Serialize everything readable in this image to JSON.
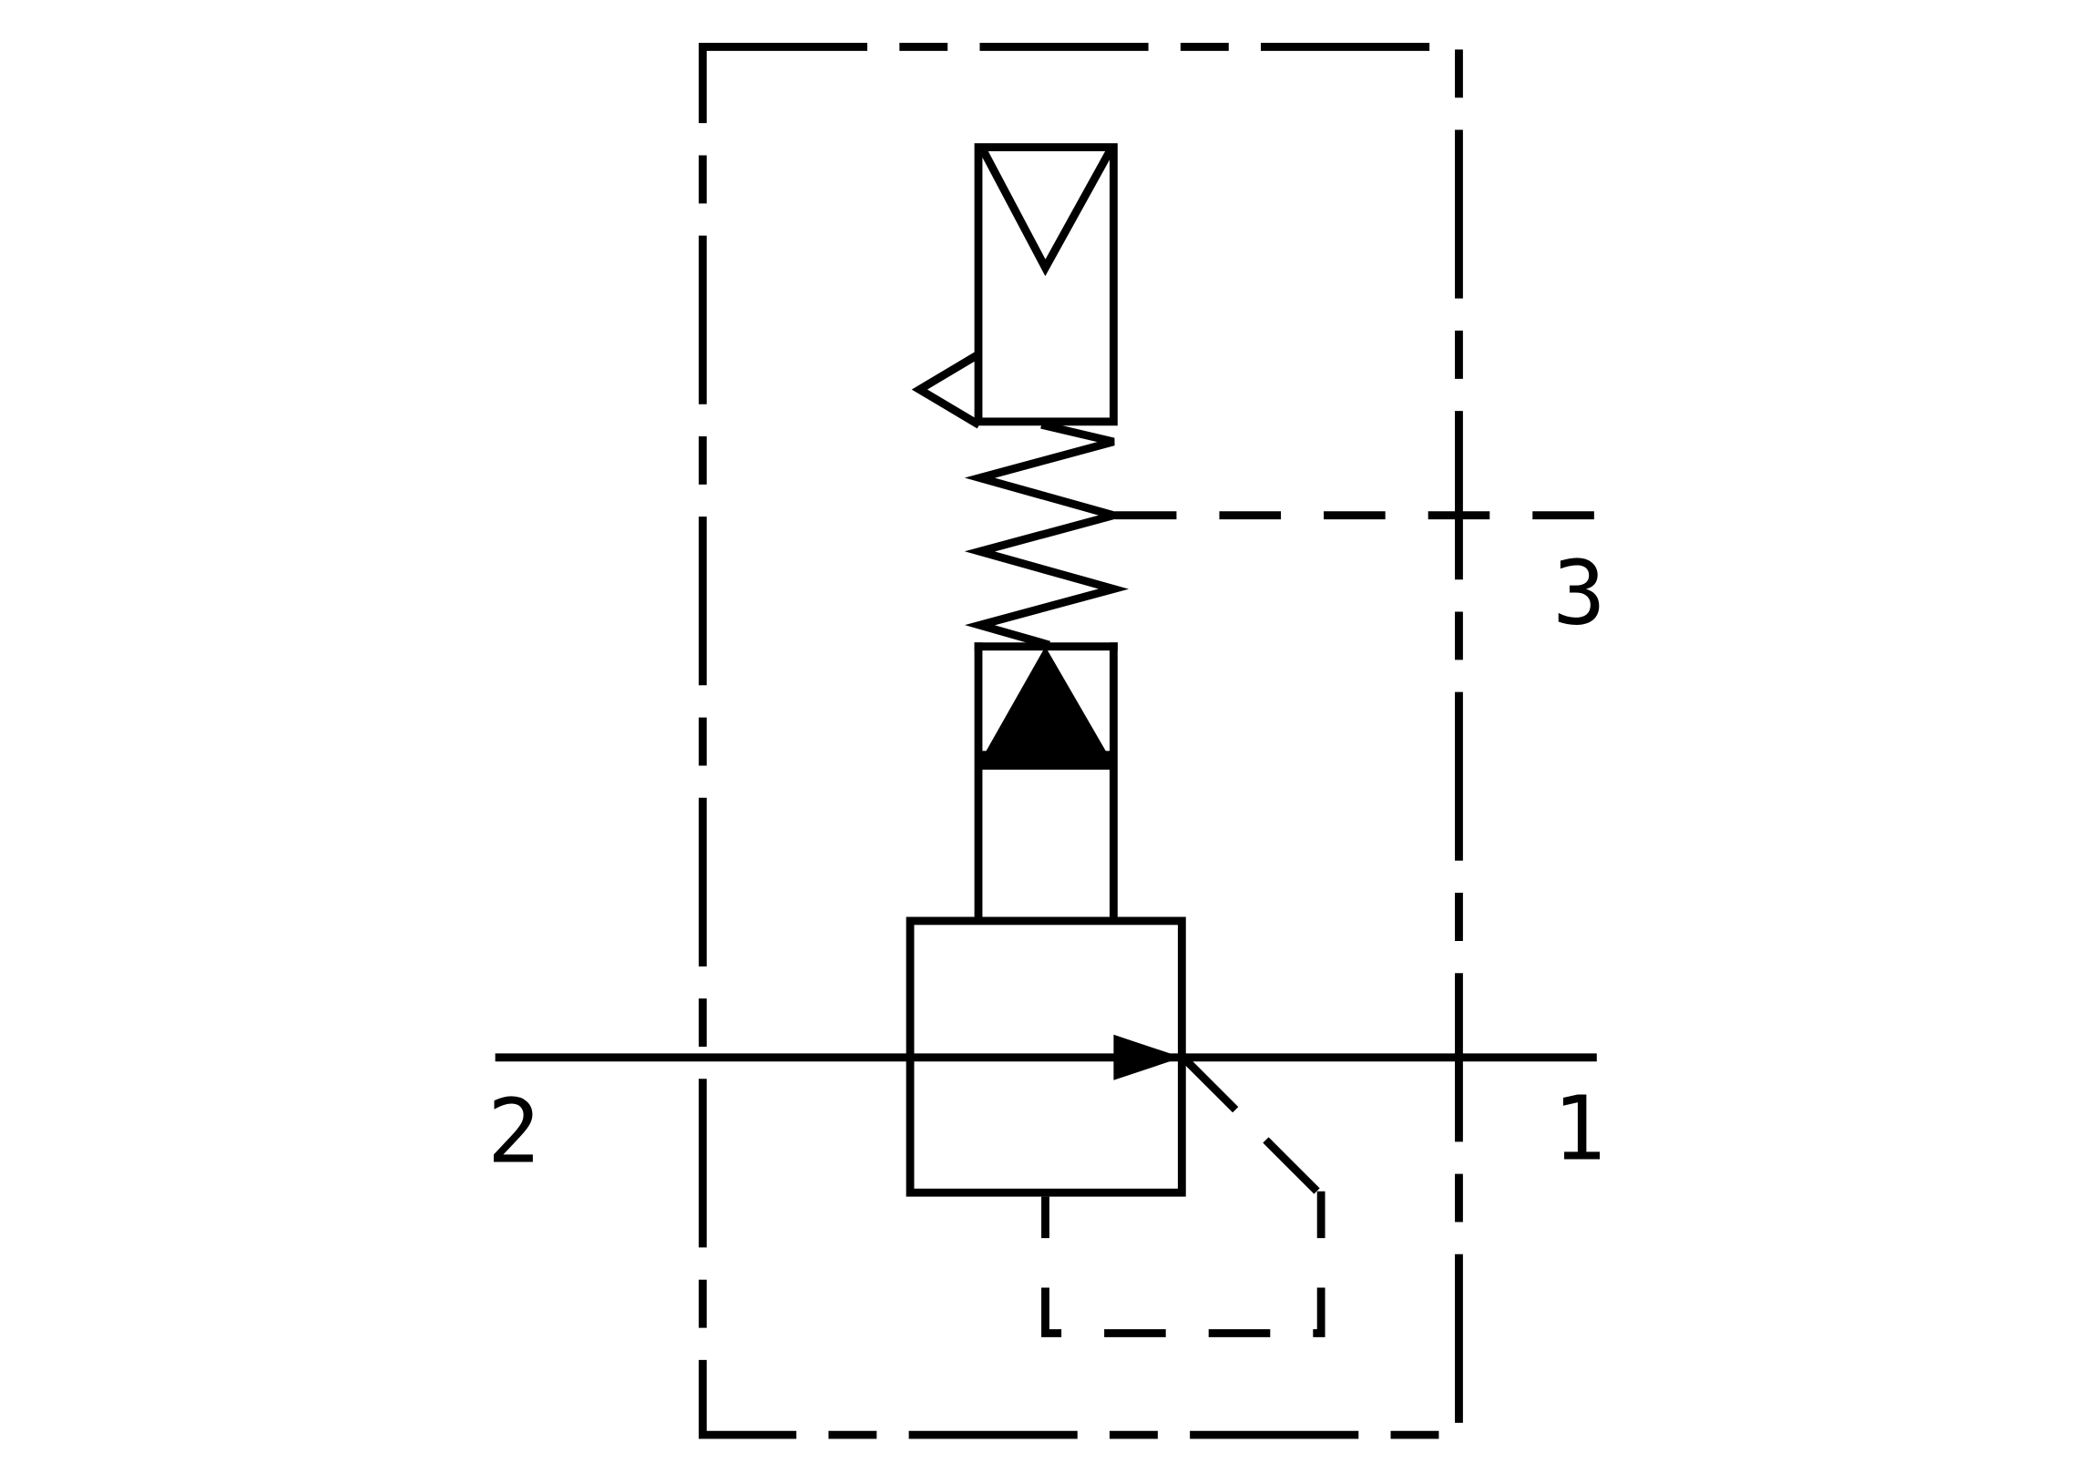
{
  "diagram": {
    "type": "hydraulic schematic",
    "ports": [
      {
        "id": "port-2",
        "label": "2"
      },
      {
        "id": "port-1",
        "label": "1"
      },
      {
        "id": "port-3",
        "label": "3"
      }
    ],
    "colors": {
      "line": "#000000",
      "background": "#ffffff"
    }
  }
}
